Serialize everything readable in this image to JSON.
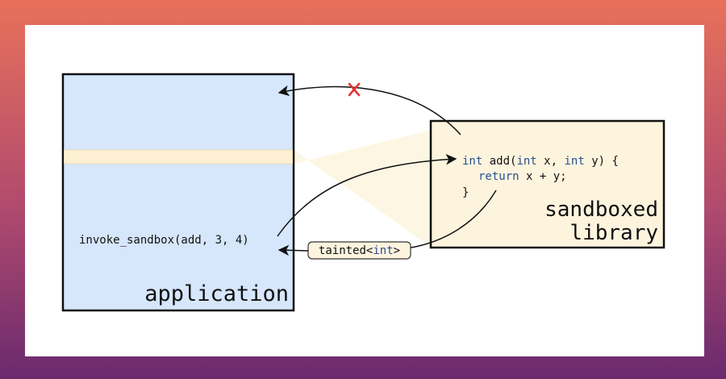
{
  "application": {
    "label": "application"
  },
  "call": {
    "text": "invoke_sandbox(add, 3, 4)"
  },
  "library": {
    "label_line1": "sandboxed",
    "label_line2": "library"
  },
  "code": {
    "line1": {
      "kw1": "int",
      "t1": " add(",
      "kw2": "int",
      "t2": " x, ",
      "kw3": "int",
      "t3": " y) {"
    },
    "line2": {
      "kw1": "return",
      "t1": " x + y;"
    },
    "line3": {
      "t1": "}"
    }
  },
  "tainted": {
    "prefix": "tainted<",
    "type": "int",
    "suffix": ">"
  },
  "colors": {
    "application_fill": "#d6e6fb",
    "library_fill": "#fdf4de",
    "highlight_strip": "#fdf0d2",
    "blocked_mark": "#e53030",
    "keyword": "#2a4f8f"
  },
  "icons": {
    "blocked": "x-mark-icon"
  }
}
